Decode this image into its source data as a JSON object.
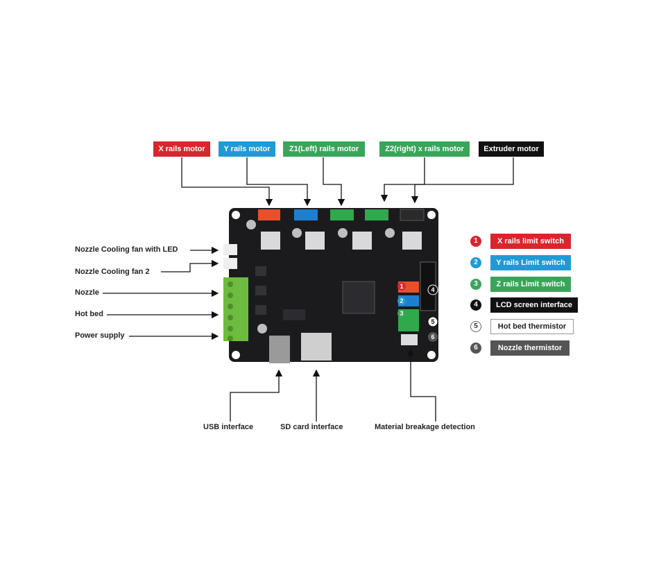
{
  "top_labels": {
    "x_motor": "X rails motor",
    "y_motor": "Y rails motor",
    "z1_motor": "Z1(Left)  rails motor",
    "z2_motor": "Z2(right) x rails motor",
    "e_motor": "Extruder motor"
  },
  "left_labels": {
    "fan_led": "Nozzle Cooling fan with LED",
    "fan2": "Nozzle Cooling fan 2",
    "nozzle": "Nozzle",
    "hotbed": "Hot bed",
    "power": "Power supply"
  },
  "bottom_labels": {
    "usb": "USB interface",
    "sd": "SD card interface",
    "material": "Material breakage detection"
  },
  "legend": [
    {
      "num": "1",
      "label": "X rails limit switch",
      "color": "#d8262c"
    },
    {
      "num": "2",
      "label": "Y rails Limit switch",
      "color": "#1f9ad6"
    },
    {
      "num": "3",
      "label": "Z rails Limit switch",
      "color": "#3aa55a"
    },
    {
      "num": "4",
      "label": "LCD screen interface",
      "color": "#111111"
    },
    {
      "num": "5",
      "label": "Hot bed thermistor",
      "color": "#ffffff"
    },
    {
      "num": "6",
      "label": "Nozzle thermistor",
      "color": "#555555"
    }
  ],
  "board_marks": [
    "1",
    "2",
    "3",
    "4",
    "5",
    "6"
  ]
}
